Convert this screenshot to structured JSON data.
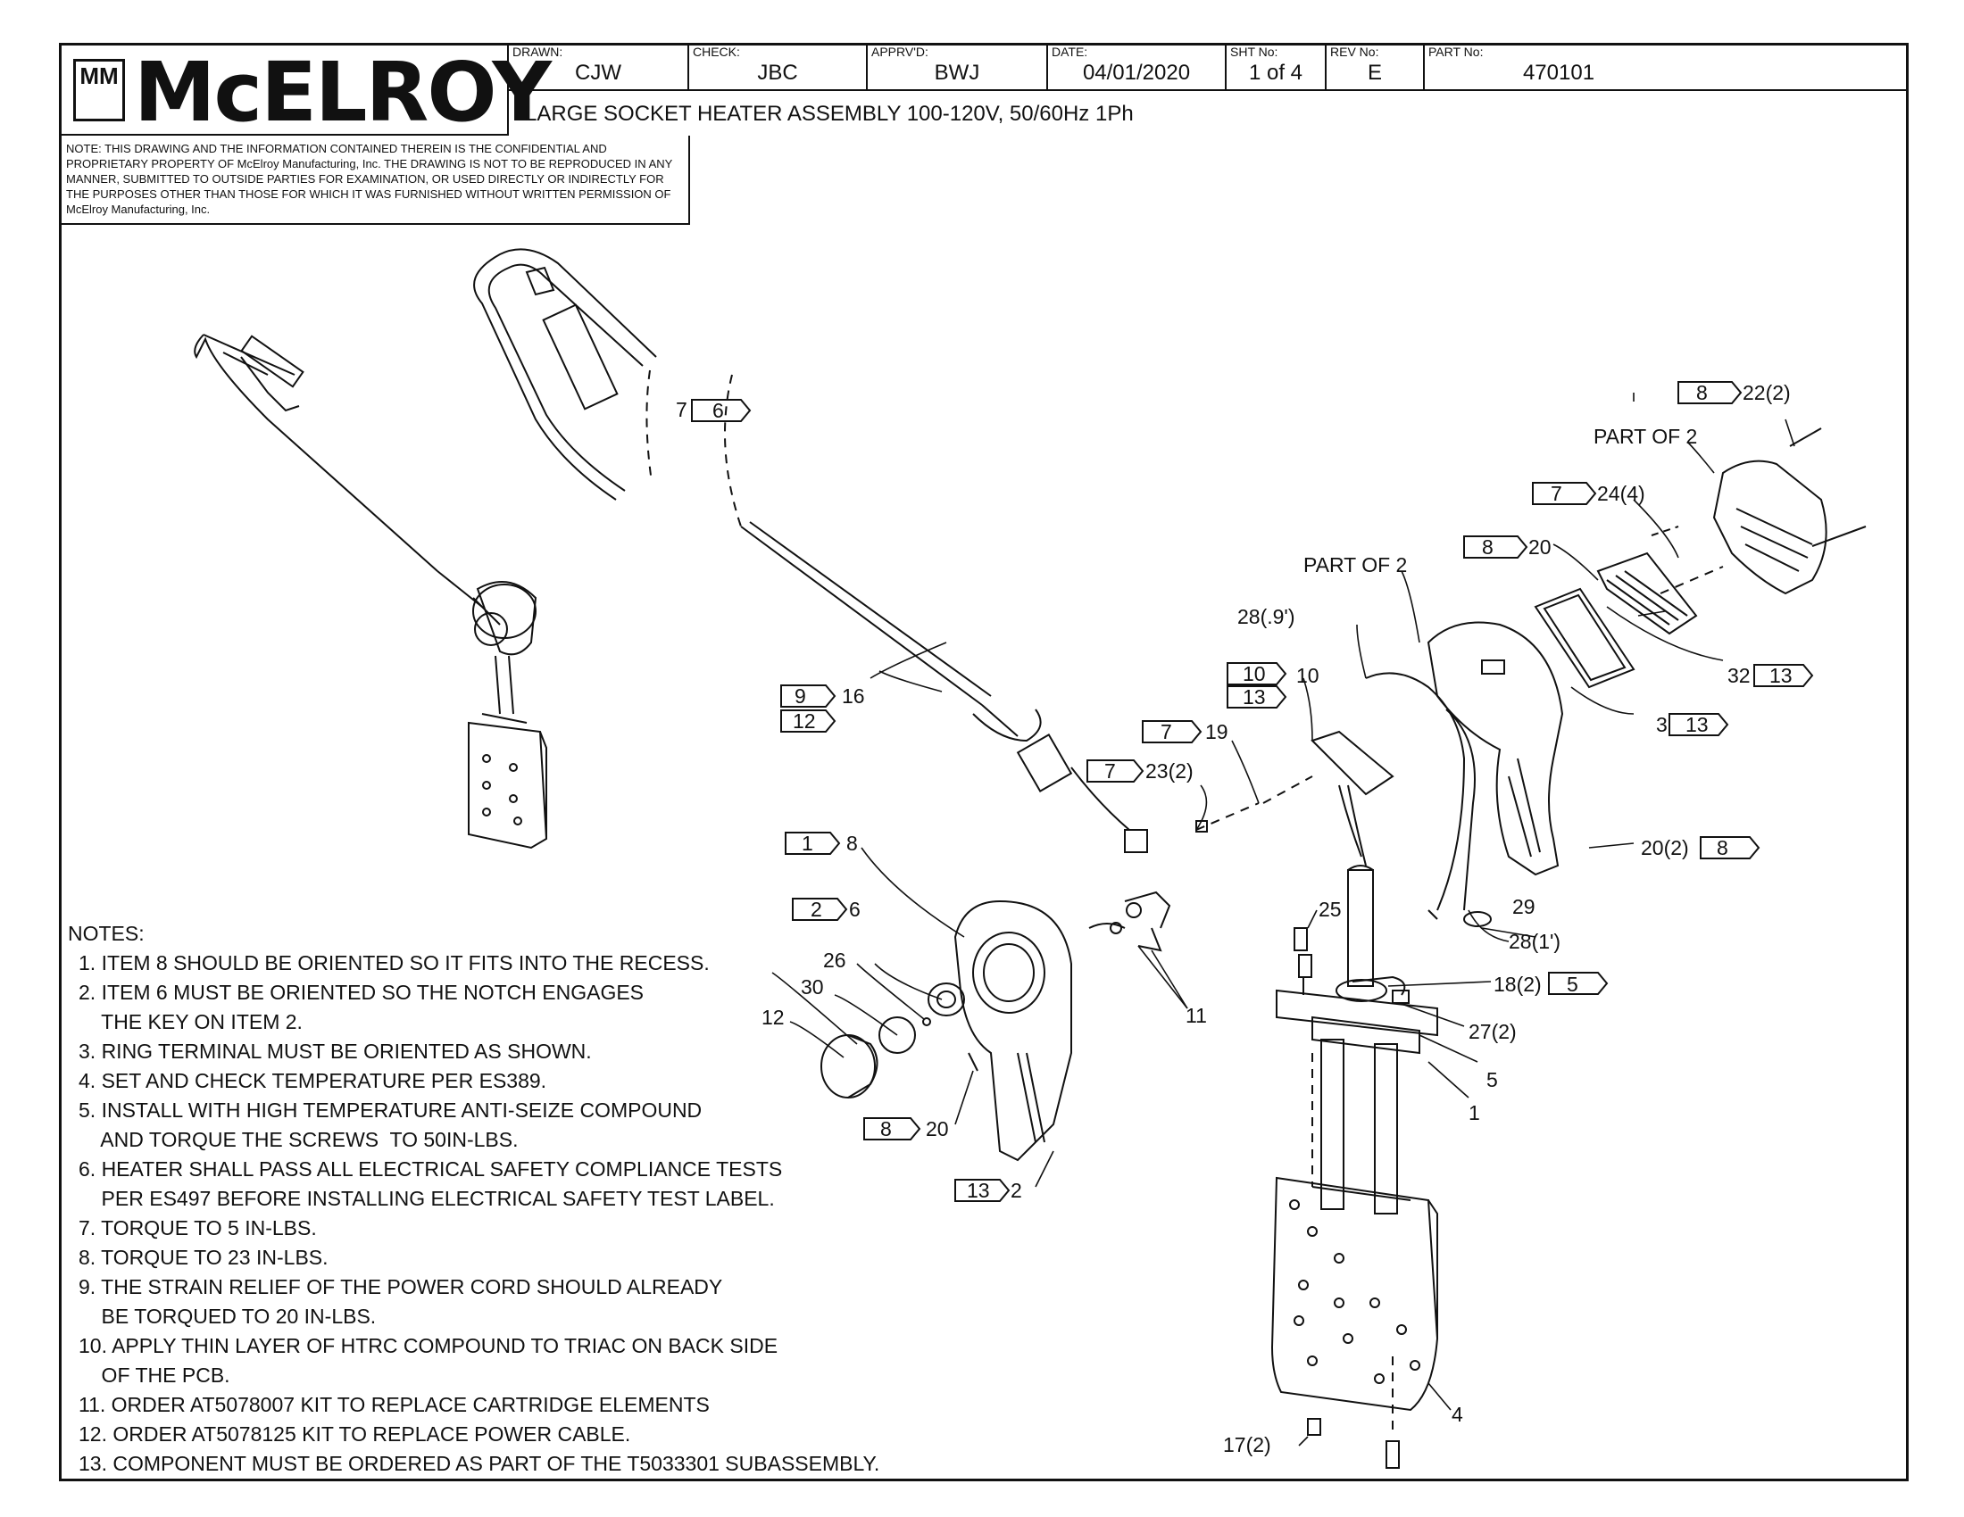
{
  "title_block": {
    "logo_mark": "MM",
    "logo_text": "McELROY",
    "drawn_label": "DRAWN:",
    "drawn": "CJW",
    "check_label": "CHECK:",
    "check": "JBC",
    "apprvd_label": "APPRV'D:",
    "apprvd": "BWJ",
    "date_label": "DATE:",
    "date": "04/01/2020",
    "sht_label": "SHT No:",
    "sht": "1 of 4",
    "rev_label": "REV No:",
    "rev": "E",
    "part_label": "PART No:",
    "part": "470101",
    "title": "LARGE SOCKET HEATER ASSEMBLY 100-120V, 50/60Hz 1Ph"
  },
  "confidential_note": "NOTE: THIS DRAWING AND THE INFORMATION CONTAINED THEREIN IS THE CONFIDENTIAL AND PROPRIETARY PROPERTY OF McElroy Manufacturing, Inc. THE DRAWING IS NOT TO BE REPRODUCED IN ANY MANNER, SUBMITTED TO OUTSIDE PARTIES FOR EXAMINATION, OR USED DIRECTLY OR INDIRECTLY FOR THE PURPOSES OTHER THAN THOSE FOR WHICH IT WAS FURNISHED WITHOUT WRITTEN PERMISSION OF McElroy Manufacturing, Inc.",
  "notes": {
    "heading": "NOTES:",
    "items": [
      "1. ITEM 8 SHOULD BE ORIENTED SO IT FITS INTO THE RECESS.",
      "2. ITEM 6 MUST BE ORIENTED SO THE NOTCH ENGAGES",
      "    THE KEY ON ITEM 2.",
      "3. RING TERMINAL MUST BE ORIENTED AS SHOWN.",
      "4. SET AND CHECK TEMPERATURE PER ES389.",
      "5. INSTALL WITH HIGH TEMPERATURE ANTI-SEIZE COMPOUND",
      "    AND TORQUE THE SCREWS  TO 50IN-LBS.",
      "6. HEATER SHALL PASS ALL ELECTRICAL SAFETY COMPLIANCE TESTS",
      "    PER ES497 BEFORE INSTALLING ELECTRICAL SAFETY TEST LABEL.",
      "7. TORQUE TO 5 IN-LBS.",
      "8. TORQUE TO 23 IN-LBS.",
      "9. THE STRAIN RELIEF OF THE POWER CORD SHOULD ALREADY",
      "    BE TORQUED TO 20 IN-LBS.",
      "10. APPLY THIN LAYER OF HTRC COMPOUND TO TRIAC ON BACK SIDE",
      "    OF THE PCB.",
      "11. ORDER AT5078007 KIT TO REPLACE CARTRIDGE ELEMENTS",
      "12. ORDER AT5078125 KIT TO REPLACE POWER CABLE.",
      "13. COMPONENT MUST BE ORDERED AS PART OF THE T5033301 SUBASSEMBLY."
    ]
  },
  "callouts": {
    "c7": "7",
    "c6": "6",
    "c8a": "8",
    "c22": "22(2)",
    "part2a": "PART OF 2",
    "c7b": "7",
    "c24": "24(4)",
    "c8b": "8",
    "c20a": "20",
    "part2b": "PART OF 2",
    "c28a": "28(.9')",
    "c10a": "10",
    "c13a": "13",
    "c10b": "10",
    "c32": "32",
    "c13b": "13",
    "c3": "3",
    "c13c": "13",
    "c9": "9",
    "c16": "16",
    "c12a": "12",
    "c7c": "7",
    "c19": "19",
    "c7d": "7",
    "c23": "23(2)",
    "c20b": "20(2)",
    "c8c": "8",
    "c1a": "1",
    "c8d": "8",
    "c25": "25",
    "c29": "29",
    "c28b": "28(1')",
    "c2a": "2",
    "c6b": "6",
    "c26": "26",
    "c30": "30",
    "c12b": "12",
    "c11": "11",
    "c18": "18(2)",
    "c5a": "5",
    "c27": "27(2)",
    "c5b": "5",
    "c1b": "1",
    "c8e": "8",
    "c20c": "20",
    "c13d": "13",
    "c2b": "2",
    "c4": "4",
    "c17": "17(2)"
  }
}
